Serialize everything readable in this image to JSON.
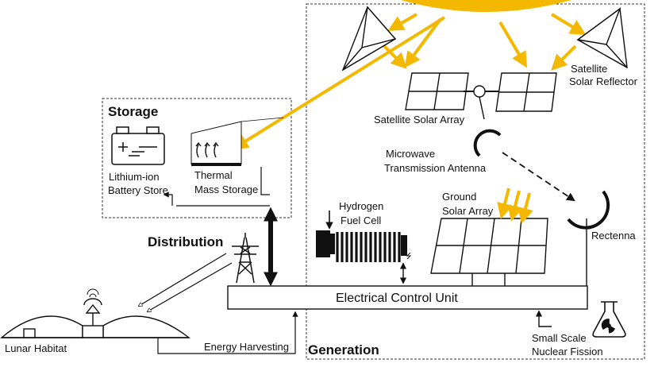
{
  "sections": {
    "storage": "Storage",
    "distribution": "Distribution",
    "generation": "Generation"
  },
  "labels": {
    "battery_line1": "Lithium-ion",
    "battery_line2": "Battery Store",
    "thermal_line1": "Thermal",
    "thermal_line2": "Mass Storage",
    "sat_array": "Satellite Solar Array",
    "sat_reflector_line1": "Satellite",
    "sat_reflector_line2": "Solar Reflector",
    "microwave_line1": "Microwave",
    "microwave_line2": "Transmission Antenna",
    "hydrogen_line1": "Hydrogen",
    "hydrogen_line2": "Fuel Cell",
    "ground_line1": "Ground",
    "ground_line2": "Solar Array",
    "rectenna": "Rectenna",
    "ecu": "Electrical Control Unit",
    "nuclear_line1": "Small Scale",
    "nuclear_line2": "Nuclear Fission",
    "lunar": "Lunar Habitat",
    "energy": "Energy Harvesting"
  },
  "colors": {
    "sun": "#f5b800",
    "beam": "#f5b800",
    "line": "#111111",
    "panel": "#ffffff"
  },
  "icons": [
    "sun-icon",
    "reflector-icon",
    "battery-icon",
    "thermal-storage-icon",
    "antenna-dish-icon",
    "fuel-cell-icon",
    "solar-panel-icon",
    "power-pylon-icon",
    "lunar-dome-icon",
    "nuclear-flask-icon"
  ]
}
